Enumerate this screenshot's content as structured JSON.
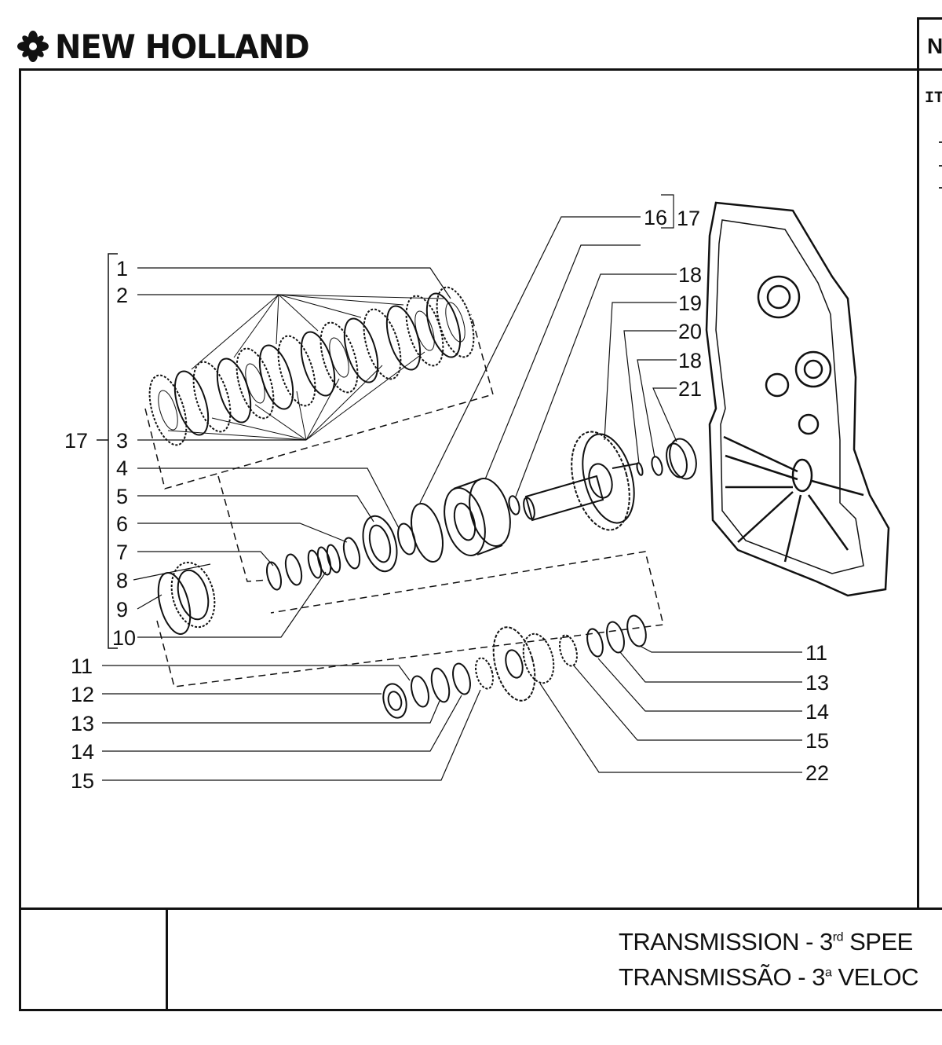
{
  "header": {
    "brand": "NEW HOLLAND",
    "side_header_letter": "N",
    "side_column_label": "IT"
  },
  "diagram": {
    "callouts_left": [
      "1",
      "2",
      "3",
      "4",
      "5",
      "6",
      "7",
      "8",
      "9",
      "10",
      "11",
      "12",
      "13",
      "14",
      "15"
    ],
    "callouts_right": [
      "18",
      "19",
      "20",
      "18",
      "21",
      "11",
      "13",
      "14",
      "15",
      "22"
    ],
    "callout_top_a": "16",
    "callout_top_b": "17",
    "callout_group": "17"
  },
  "footer": {
    "title_en_prefix": "TRANSMISSION - 3",
    "title_en_sup": "rd",
    "title_en_suffix": " SPEE",
    "title_pt_prefix": "TRANSMISSÃO - 3",
    "title_pt_sup": "a",
    "title_pt_suffix": " VELOC"
  },
  "colors": {
    "ink": "#111111",
    "paper": "#ffffff"
  }
}
